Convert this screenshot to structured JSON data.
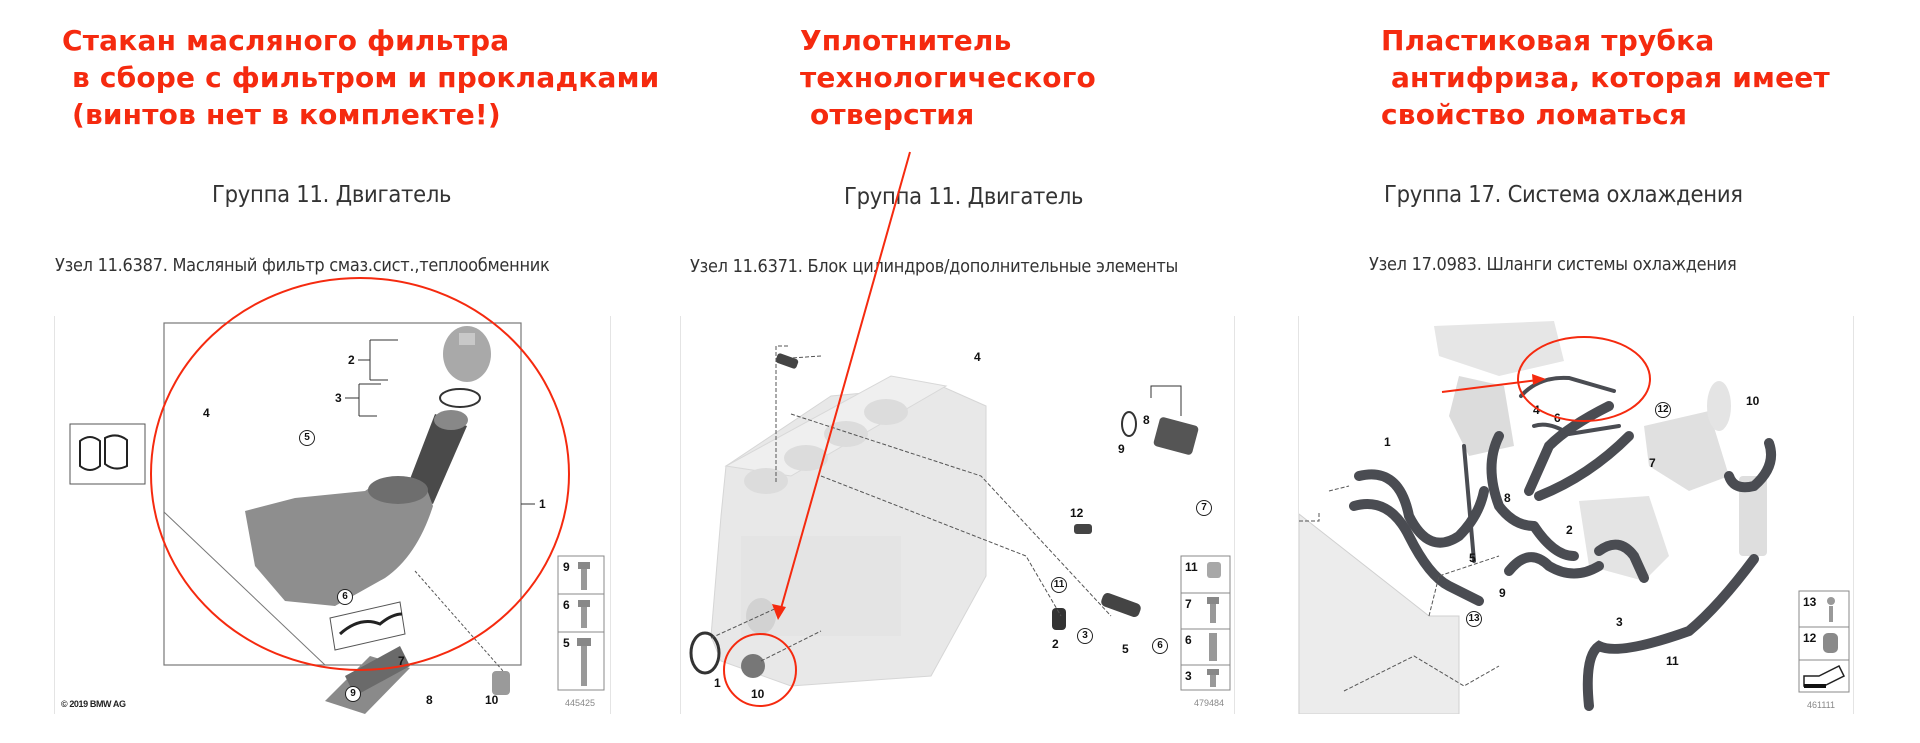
{
  "annotations": {
    "left": {
      "lines": "Стакан масляного фильтра\n в сборе с фильтром и прокладками\n (винтов нет в комплекте!)"
    },
    "middle": {
      "lines": "Уплотнитель\nтехнологического\n отверстия"
    },
    "right": {
      "lines": "Пластиковая трубка\n антифриза, которая имеет\nсвойство ломаться"
    },
    "color": "#f52a0f"
  },
  "panels": [
    {
      "group_title": "Группа 11. Двигатель",
      "node_title": "Узел 11.6387. Масляный фильтр смаз.сист.,теплообменник",
      "diagram_id": "445425",
      "copyright": "© 2019 BMW AG",
      "callouts": [
        "1",
        "2",
        "3",
        "4",
        "7",
        "8",
        "10"
      ],
      "circled_callouts": [
        "5",
        "6",
        "9"
      ],
      "parts_table": [
        {
          "num": "9"
        },
        {
          "num": "6"
        },
        {
          "num": "5"
        }
      ]
    },
    {
      "group_title": "Группа 11. Двигатель",
      "node_title": "Узел 11.6371. Блок цилиндров/дополнительные элементы",
      "diagram_id": "479484",
      "callouts": [
        "1",
        "2",
        "4",
        "5",
        "8",
        "9",
        "10",
        "12"
      ],
      "circled_callouts": [
        "3",
        "6",
        "7",
        "11"
      ],
      "parts_table": [
        {
          "num": "11"
        },
        {
          "num": "7"
        },
        {
          "num": "6"
        },
        {
          "num": "3"
        }
      ]
    },
    {
      "group_title": "Группа 17. Система охлаждения",
      "node_title": "Узел 17.0983. Шланги системы охлаждения",
      "diagram_id": "461111",
      "callouts": [
        "1",
        "2",
        "3",
        "4",
        "5",
        "6",
        "7",
        "8",
        "9",
        "10",
        "11"
      ],
      "circled_callouts": [
        "12",
        "13"
      ],
      "parts_table": [
        {
          "num": "13"
        },
        {
          "num": "12"
        },
        {
          "num": ""
        }
      ]
    }
  ]
}
